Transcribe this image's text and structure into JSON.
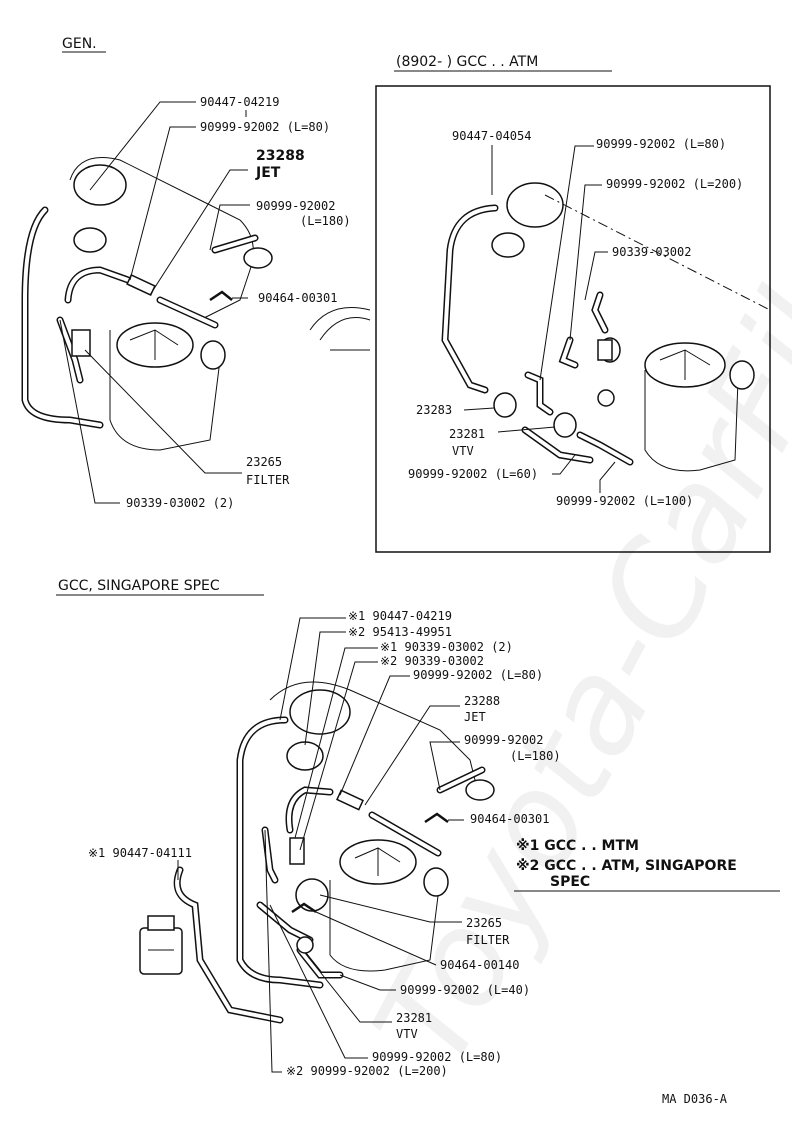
{
  "watermark": "Toyota-CarFiles.ru",
  "gen": {
    "heading": "GEN.",
    "labels": {
      "p1": "90447-04219",
      "p2": "90999-92002 (L=80)",
      "p3_num": "23288",
      "p3_name": "JET",
      "p4": "90999-92002",
      "p4b": "(L=180)",
      "p5": "90464-00301",
      "p6_num": "23265",
      "p6_name": "FILTER",
      "p7": "90339-03002 (2)"
    }
  },
  "gcc_atm": {
    "heading": "(8902-      ) GCC . . ATM",
    "labels": {
      "p1": "90447-04054",
      "p2": "90999-92002 (L=80)",
      "p3": "90999-92002 (L=200)",
      "p4": "90339-03002",
      "p5": "23283",
      "p6_num": "23281",
      "p6_name": "VTV",
      "p7": "90999-92002 (L=60)",
      "p8": "90999-92002 (L=100)"
    }
  },
  "gcc_sing": {
    "heading": "GCC, SINGAPORE SPEC",
    "labels": {
      "a1": "※1  90447-04219",
      "a2": "※2  95413-49951",
      "a3": "※1 90339-03002 (2)",
      "a4": "※2 90339-03002",
      "a5": "90999-92002 (L=80)",
      "a6_num": "23288",
      "a6_name": "JET",
      "a7": "90999-92002",
      "a7b": "(L=180)",
      "a8": "90464-00301",
      "a9": "※1 90447-04111",
      "a10_num": "23265",
      "a10_name": "FILTER",
      "a11": "90464-00140",
      "a12": "90999-92002 (L=40)",
      "a13_num": "23281",
      "a13_name": "VTV",
      "a14": "90999-92002 (L=80)",
      "a15": "※2 90999-92002 (L=200)"
    },
    "notes": {
      "n1": "※1 GCC . . MTM",
      "n2": "※2 GCC . . ATM, SINGAPORE",
      "n3": "SPEC"
    }
  },
  "footer": {
    "code": "MA  D036-A"
  }
}
